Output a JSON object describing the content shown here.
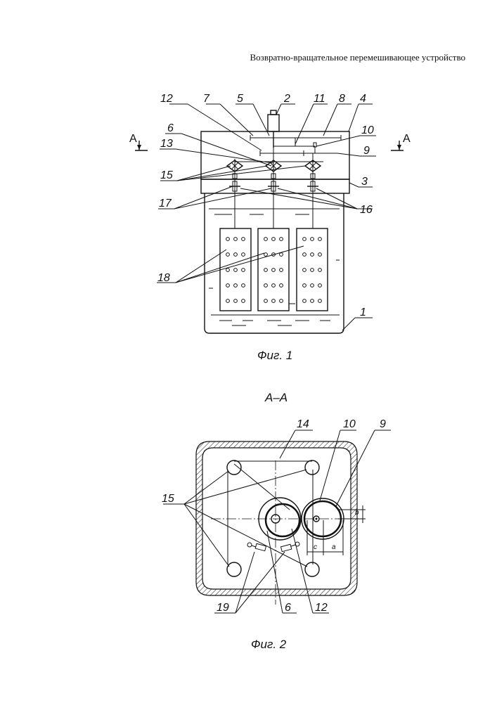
{
  "title": "Возвратно-вращательное перемешивающее устройство",
  "fig1": {
    "caption": "Фиг. 1",
    "labels": {
      "l1": "1",
      "l2": "2",
      "l3": "3",
      "l4": "4",
      "l5": "5",
      "l6": "6",
      "l7": "7",
      "l8": "8",
      "l9": "9",
      "l10": "10",
      "l11": "11",
      "l12": "12",
      "l13": "13",
      "l15": "15",
      "l16": "16",
      "l17": "17",
      "l18": "18"
    },
    "section_mark": "A",
    "holes": {
      "columns": 3,
      "rows": 5
    }
  },
  "fig2": {
    "caption": "Фиг. 2",
    "section_title": "A–A",
    "labels": {
      "l6": "6",
      "l9": "9",
      "l10": "10",
      "l12": "12",
      "l14": "14",
      "l15": "15",
      "l19": "19"
    },
    "dims": {
      "a": "a",
      "b": "b",
      "c": "c"
    }
  }
}
